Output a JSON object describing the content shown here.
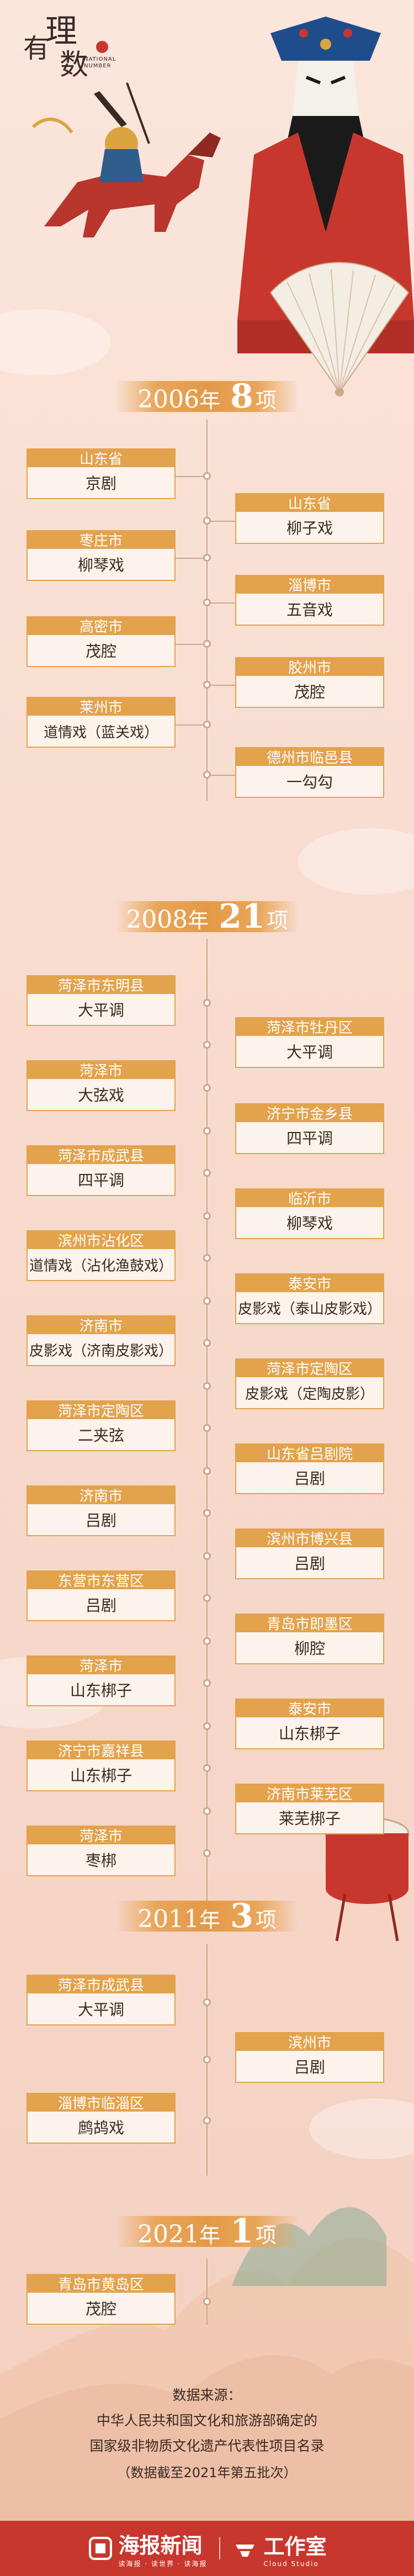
{
  "logo": {
    "chars": [
      "有",
      "理",
      "数"
    ],
    "en": "NATIONAL NUMBER"
  },
  "sections": [
    {
      "year": "2006",
      "year_unit": "年",
      "count": "8",
      "count_unit": "项",
      "items": [
        {
          "region": "山东省",
          "name": "京剧"
        },
        {
          "region": "山东省",
          "name": "柳子戏"
        },
        {
          "region": "枣庄市",
          "name": "柳琴戏"
        },
        {
          "region": "淄博市",
          "name": "五音戏"
        },
        {
          "region": "高密市",
          "name": "茂腔"
        },
        {
          "region": "胶州市",
          "name": "茂腔"
        },
        {
          "region": "莱州市",
          "name": "道情戏（蓝关戏）"
        },
        {
          "region": "德州市临邑县",
          "name": "一勾勾"
        }
      ]
    },
    {
      "year": "2008",
      "year_unit": "年",
      "count": "21",
      "count_unit": "项",
      "items": [
        {
          "region": "菏泽市东明县",
          "name": "大平调"
        },
        {
          "region": "菏泽市牡丹区",
          "name": "大平调"
        },
        {
          "region": "菏泽市",
          "name": "大弦戏"
        },
        {
          "region": "济宁市金乡县",
          "name": "四平调"
        },
        {
          "region": "菏泽市成武县",
          "name": "四平调"
        },
        {
          "region": "临沂市",
          "name": "柳琴戏"
        },
        {
          "region": "滨州市沾化区",
          "name": "道情戏（沾化渔鼓戏）"
        },
        {
          "region": "泰安市",
          "name": "皮影戏（泰山皮影戏）"
        },
        {
          "region": "济南市",
          "name": "皮影戏（济南皮影戏）"
        },
        {
          "region": "菏泽市定陶区",
          "name": "皮影戏（定陶皮影）"
        },
        {
          "region": "菏泽市定陶区",
          "name": "二夹弦"
        },
        {
          "region": "山东省吕剧院",
          "name": "吕剧"
        },
        {
          "region": "济南市",
          "name": "吕剧"
        },
        {
          "region": "滨州市博兴县",
          "name": "吕剧"
        },
        {
          "region": "东营市东营区",
          "name": "吕剧"
        },
        {
          "region": "青岛市即墨区",
          "name": "柳腔"
        },
        {
          "region": "菏泽市",
          "name": "山东梆子"
        },
        {
          "region": "泰安市",
          "name": "山东梆子"
        },
        {
          "region": "济宁市嘉祥县",
          "name": "山东梆子"
        },
        {
          "region": "济南市莱芜区",
          "name": "莱芜梆子"
        },
        {
          "region": "菏泽市",
          "name": "枣梆"
        }
      ]
    },
    {
      "year": "2011",
      "year_unit": "年",
      "count": "3",
      "count_unit": "项",
      "items": [
        {
          "region": "菏泽市成武县",
          "name": "大平调"
        },
        {
          "region": "滨州市",
          "name": "吕剧"
        },
        {
          "region": "淄博市临淄区",
          "name": "鹧鸪戏"
        }
      ]
    },
    {
      "year": "2021",
      "year_unit": "年",
      "count": "1",
      "count_unit": "项",
      "items": [
        {
          "region": "青岛市黄岛区",
          "name": "茂腔"
        }
      ]
    }
  ],
  "source": {
    "label": "数据来源：",
    "line1": "中华人民共和国文化和旅游部确定的",
    "line2": "国家级非物质文化遗产代表性项目名录",
    "note": "（数据截至2021年第五批次）"
  },
  "footer": {
    "brand1": "海报新闻",
    "brand1_sub": "读海报 · 读世界 · 读海报",
    "brand2": "工作室",
    "brand2_sub": "Cloud Studio"
  },
  "colors": {
    "accent": "#e3a24c",
    "footer": "#c8372d",
    "line": "#c9a88a"
  }
}
